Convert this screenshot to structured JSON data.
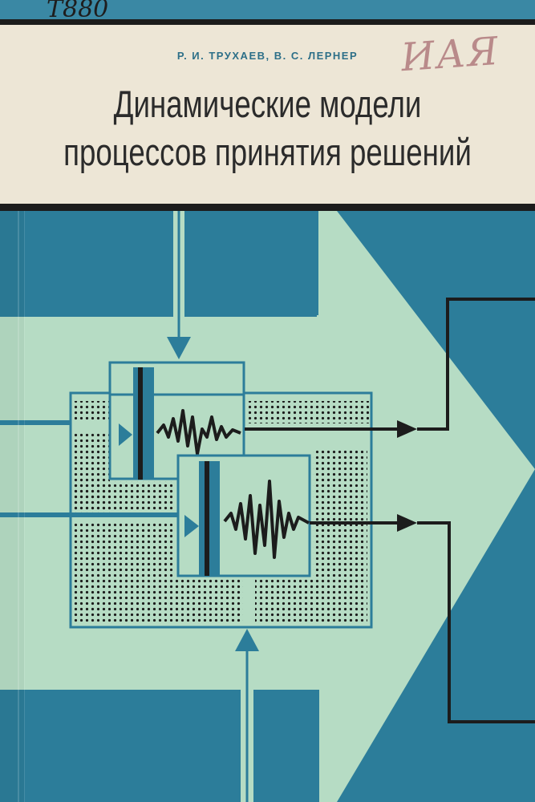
{
  "cover": {
    "shelf_mark": "T880",
    "authors": "Р. И. ТРУХАЕВ, В. С. ЛЕРНЕР",
    "title_line1": "Динамические модели",
    "title_line2": "процессов принятия решений",
    "library_mark": "ИАЯ"
  },
  "colors": {
    "dark_blue": "#2c7d9a",
    "light_green": "#b6dcc4",
    "cream": "#ede6d6",
    "black": "#1c1c1c",
    "author_blue": "#2d6f88"
  },
  "illustration": {
    "description_icons": [
      "arrow-icon",
      "signal-wave-icon",
      "block-diagram-icon"
    ]
  }
}
